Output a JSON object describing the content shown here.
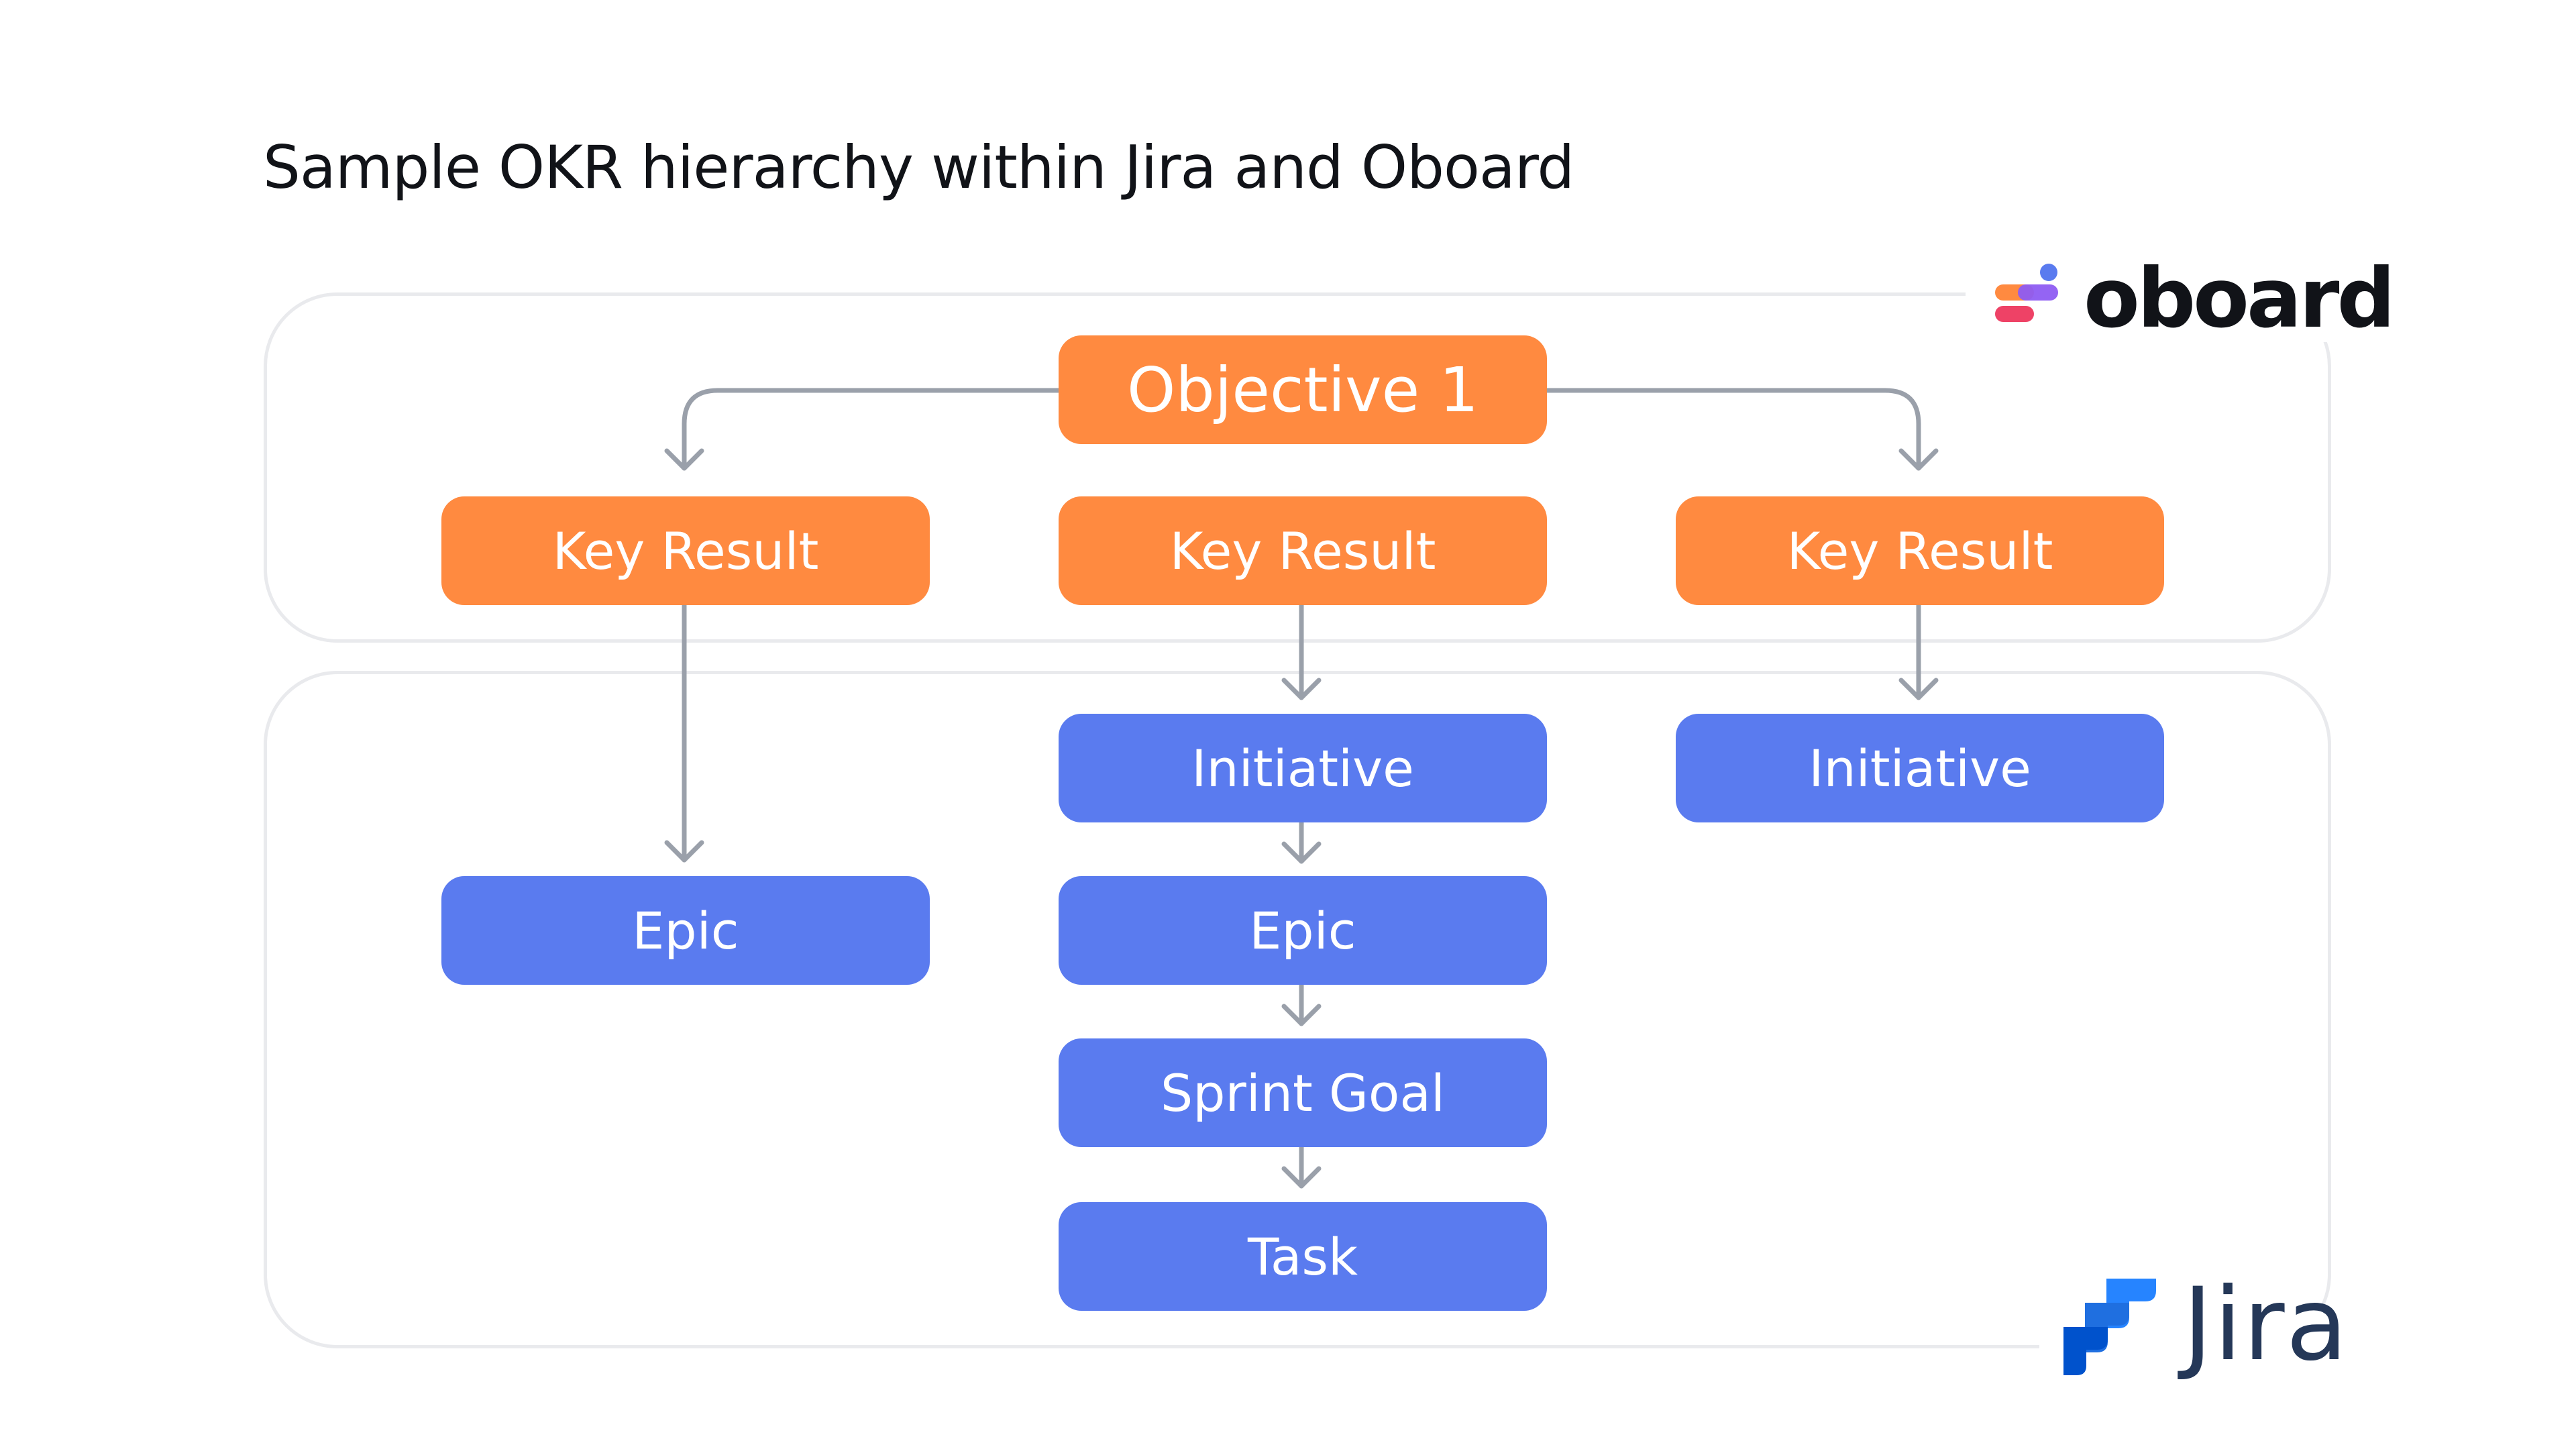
{
  "title": "Sample OKR hierarchy within Jira and Oboard",
  "logos": {
    "oboard": "oboard",
    "jira": "Jira"
  },
  "nodes": {
    "objective": "Objective 1",
    "key_result_left": "Key Result",
    "key_result_center": "Key Result",
    "key_result_right": "Key Result",
    "initiative_center": "Initiative",
    "initiative_right": "Initiative",
    "epic_left": "Epic",
    "epic_center": "Epic",
    "sprint_goal": "Sprint Goal",
    "task": "Task"
  },
  "colors": {
    "okr_node": "#ff8a40",
    "jira_node": "#5a7bef",
    "connector": "#9aa0aa",
    "group_border": "#e9eaed",
    "oboard_mark": [
      "#ff8a40",
      "#ee4266",
      "#8e5cf2",
      "#5a7bef"
    ],
    "jira_mark": [
      "#2684ff",
      "#0052cc"
    ]
  }
}
